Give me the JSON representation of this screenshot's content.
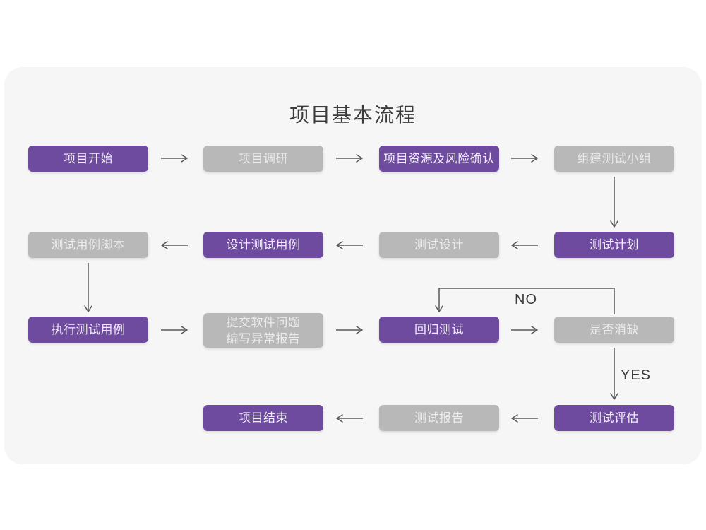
{
  "title": "项目基本流程",
  "colors": {
    "purple": "#6f4b9f",
    "gray": "#b8b8b8",
    "card_bg": "#f6f6f6",
    "arrow": "#58585a",
    "title_color": "#3b3b3b",
    "node_text": "#f1edf8",
    "node_text_gray": "#ececec"
  },
  "flow": {
    "decision_labels": {
      "no": "NO",
      "yes": "YES"
    },
    "nodes": [
      {
        "id": "project-start",
        "label": "项目开始",
        "type": "purple"
      },
      {
        "id": "project-research",
        "label": "项目调研",
        "type": "gray"
      },
      {
        "id": "resources-risk-confirm",
        "label": "项目资源及风险确认",
        "type": "purple"
      },
      {
        "id": "form-test-team",
        "label": "组建测试小组",
        "type": "gray"
      },
      {
        "id": "test-plan",
        "label": "测试计划",
        "type": "purple"
      },
      {
        "id": "test-design",
        "label": "测试设计",
        "type": "gray"
      },
      {
        "id": "design-test-cases",
        "label": "设计测试用例",
        "type": "purple"
      },
      {
        "id": "test-case-script",
        "label": "测试用例脚本",
        "type": "gray"
      },
      {
        "id": "execute-test-cases",
        "label": "执行测试用例",
        "type": "purple"
      },
      {
        "id": "submit-issue-report",
        "label": "提交软件问题\n编写异常报告",
        "type": "gray"
      },
      {
        "id": "regression-test",
        "label": "回归测试",
        "type": "purple"
      },
      {
        "id": "defect-cleared",
        "label": "是否消缺",
        "type": "gray"
      },
      {
        "id": "test-evaluation",
        "label": "测试评估",
        "type": "purple"
      },
      {
        "id": "test-report",
        "label": "测试报告",
        "type": "gray"
      },
      {
        "id": "project-end",
        "label": "项目结束",
        "type": "purple"
      }
    ]
  }
}
